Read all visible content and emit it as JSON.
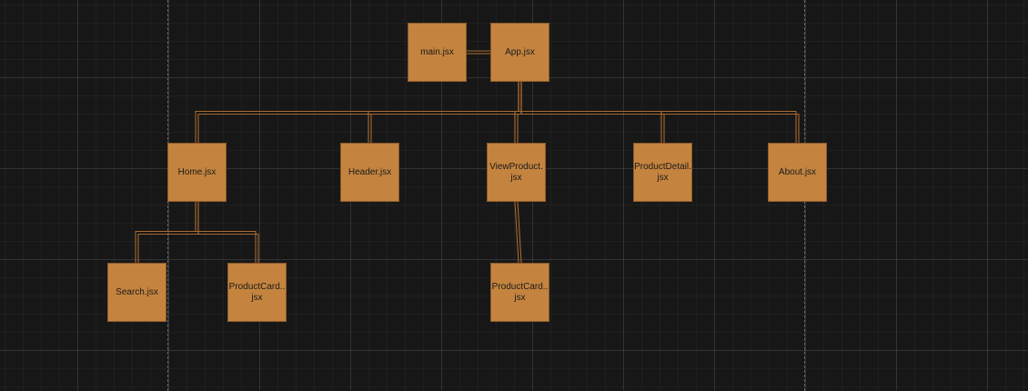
{
  "colors": {
    "node_fill": "#c4843f",
    "node_border": "#8c5a2b",
    "edge": "#a8692f",
    "node_text": "#1a1a1a"
  },
  "nodes": {
    "main": {
      "label": "main.jsx"
    },
    "app": {
      "label": "App.jsx"
    },
    "home": {
      "label": "Home.jsx"
    },
    "header": {
      "label": "Header.jsx"
    },
    "view_product": {
      "label": "ViewProduct.\njsx"
    },
    "product_detail": {
      "label": "ProductDetail.\njsx"
    },
    "about": {
      "label": "About.jsx"
    },
    "search": {
      "label": "Search.jsx"
    },
    "product_card_home": {
      "label": "ProductCard..\njsx"
    },
    "product_card_view": {
      "label": "ProductCard..\njsx"
    }
  },
  "edges": [
    {
      "from": "main",
      "to": "app"
    },
    {
      "from": "app",
      "to": "home"
    },
    {
      "from": "app",
      "to": "header"
    },
    {
      "from": "app",
      "to": "view_product"
    },
    {
      "from": "app",
      "to": "product_detail"
    },
    {
      "from": "app",
      "to": "about"
    },
    {
      "from": "home",
      "to": "search"
    },
    {
      "from": "home",
      "to": "product_card_home"
    },
    {
      "from": "view_product",
      "to": "product_card_view"
    }
  ]
}
